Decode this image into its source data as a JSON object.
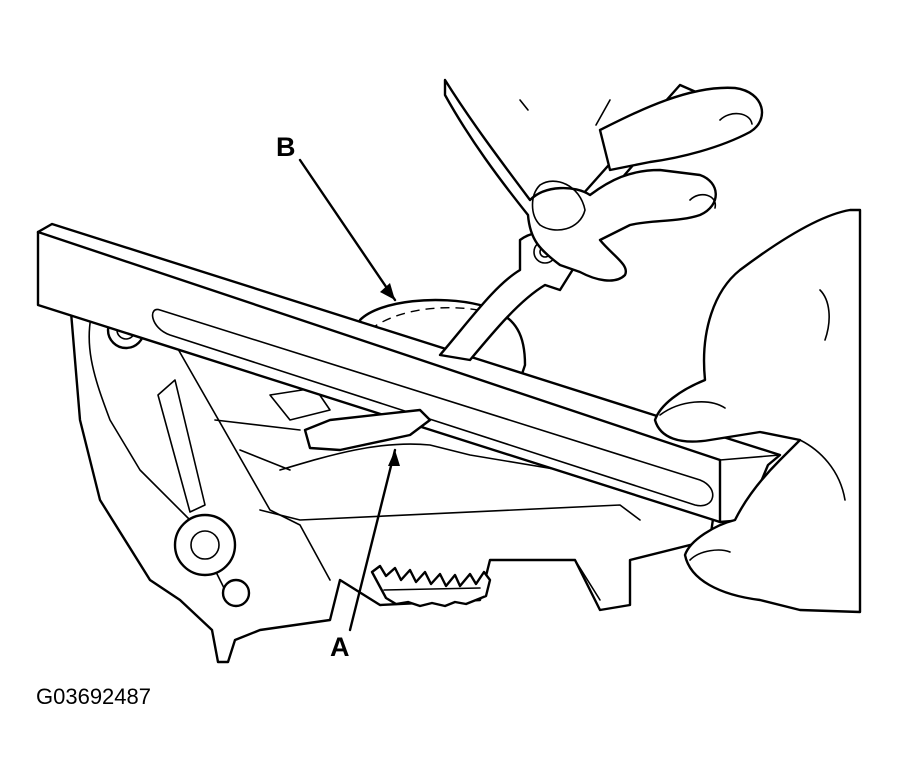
{
  "callouts": {
    "a": "A",
    "b": "B"
  },
  "figure_id": "G03692487",
  "icons": [
    "straight-edge",
    "feeler-gauge",
    "oil-pump-housing",
    "pump-gear",
    "hand"
  ],
  "colors": {
    "line": "#000000",
    "background": "#ffffff"
  }
}
